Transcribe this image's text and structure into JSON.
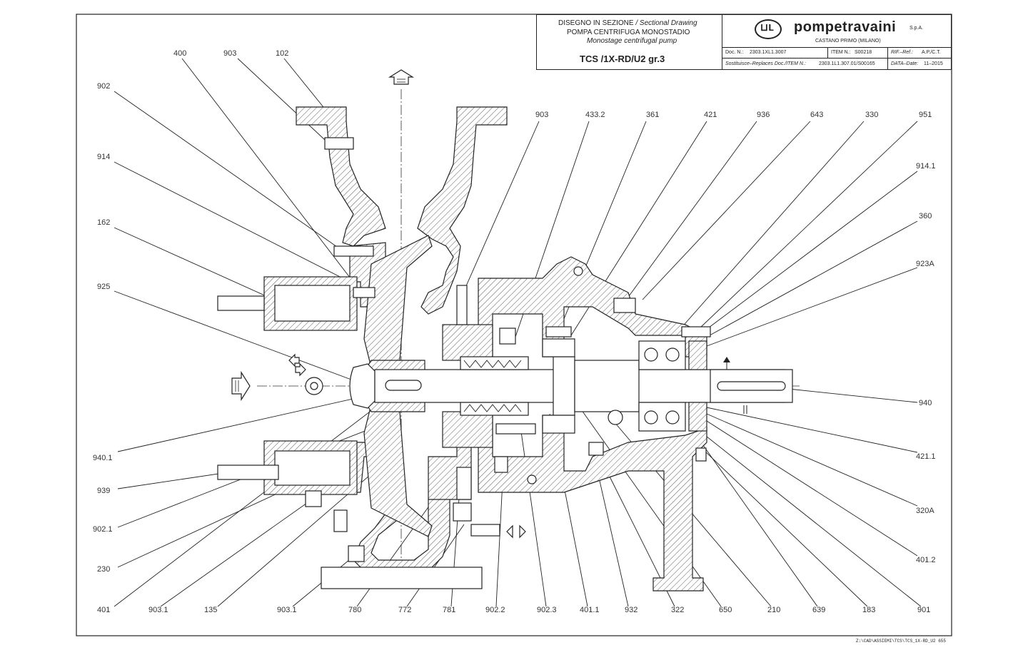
{
  "title_block": {
    "line1": "DISEGNO IN SEZIONE",
    "line1_en": "/ Sectional Drawing",
    "line2": "POMPA CENTRIFUGA MONOSTADIO",
    "line3": "Monostage centrifugal pump",
    "model": "TCS /1X-RD/U2 gr.3",
    "company": "pompetravaini",
    "company_suffix": "S.p.A.",
    "location": "CASTANO PRIMO (MILANO)",
    "doc_label": "Doc. N.:",
    "doc_value": "2303.1XL1.3007",
    "item_label": "ITEM N.:",
    "item_value": "S00218",
    "ref_label": "RIF.–Ref.:",
    "ref_value": "A.P./C.T.",
    "replaces_label": "Sostituisce–Replaces Doc./ITEM N.:",
    "replaces_value": "2303.1L1.307.01/S00165",
    "date_label": "DATA–Date:",
    "date_value": "11–2015"
  },
  "file_path": "Z:\\CAD\\ASSIEMI\\TCS\\TCS_1X-RD_U2 655",
  "parts": {
    "p400": "400",
    "p903_top": "903",
    "p102": "102",
    "p902": "902",
    "p914": "914",
    "p162": "162",
    "p925": "925",
    "p940_1": "940.1",
    "p939": "939",
    "p902_1": "902.1",
    "p230": "230",
    "p401": "401",
    "p903_1a": "903.1",
    "p135": "135",
    "p903_1b": "903.1",
    "p780": "780",
    "p772": "772",
    "p781": "781",
    "p902_2": "902.2",
    "p902_3": "902.3",
    "p401_1": "401.1",
    "p932": "932",
    "p322": "322",
    "p650": "650",
    "p210": "210",
    "p639": "639",
    "p183": "183",
    "p901": "901",
    "p401_2": "401.2",
    "p320A": "320A",
    "p421_1": "421.1",
    "p940": "940",
    "p923A": "923A",
    "p360": "360",
    "p914_1": "914.1",
    "p951": "951",
    "p330": "330",
    "p643": "643",
    "p936": "936",
    "p421": "421",
    "p361": "361",
    "p433_2": "433.2",
    "p903_mid": "903"
  }
}
